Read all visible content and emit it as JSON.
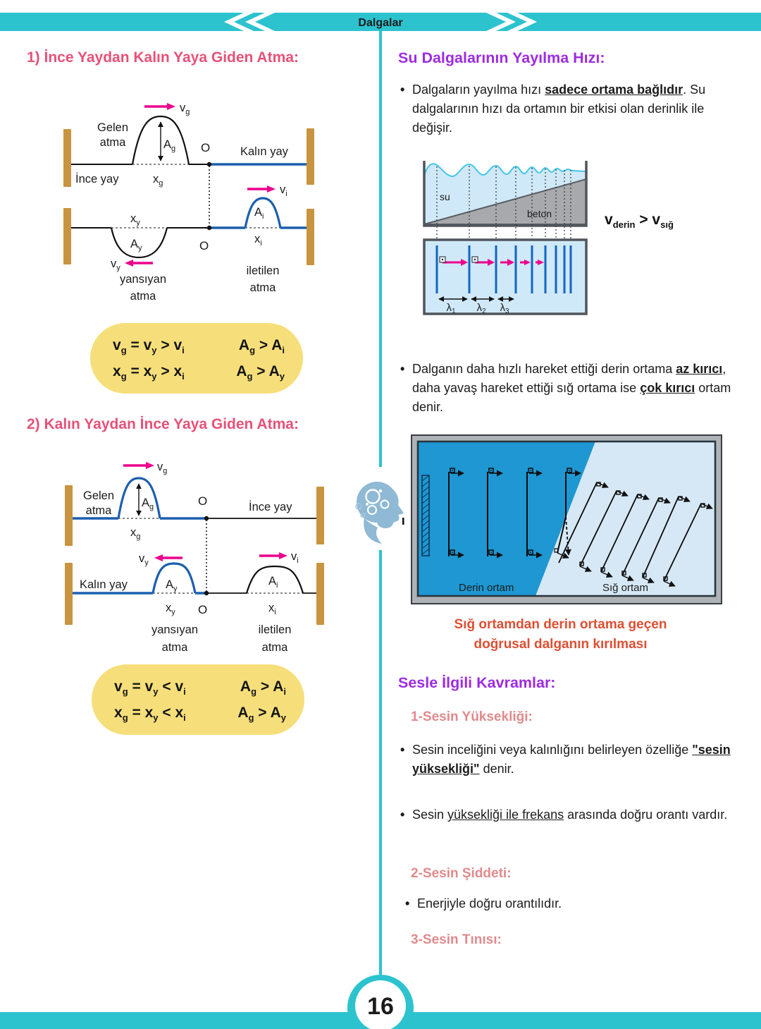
{
  "banner": {
    "title": "Dalgalar"
  },
  "colors": {
    "teal": "#2CC3CF",
    "pink": "#E65178",
    "purple": "#9D2BE2",
    "salmon": "#E08A8C",
    "caption_red": "#DE4F33",
    "yellow_box": "#F6DF7A",
    "spring_blue": "#1C5FAE",
    "magenta": "#EC008C",
    "wood": "#C9943F",
    "deep_blue": "#1E97D2",
    "shallow_blue": "#D6E8F6"
  },
  "sym": {
    "vg": [
      "v",
      "g"
    ],
    "vy": [
      "v",
      "y"
    ],
    "vi": [
      "v",
      "i"
    ],
    "Ag": [
      "A",
      "g"
    ],
    "Ay": [
      "A",
      "y"
    ],
    "Ai": [
      "A",
      "i"
    ],
    "xg": [
      "x",
      "g"
    ],
    "xy": [
      "x",
      "y"
    ],
    "xi": [
      "x",
      "i"
    ]
  },
  "left": {
    "h1": "1) İnce Yaydan Kalın Yaya Giden Atma:",
    "h2": "2) Kalın Yaydan İnce Yaya Giden Atma:",
    "d1": {
      "gelen1": "Gelen",
      "gelen2": "atma",
      "thin_label": "İnce yay",
      "thick_label": "Kalın yay",
      "o": "O",
      "yansiyan1": "yansıyan",
      "yansiyan2": "atma",
      "iletilen1": "iletilen",
      "iletilen2": "atma"
    },
    "d2": {
      "gelen1": "Gelen",
      "gelen2": "atma",
      "thick_label": "Kalın yay",
      "thin_label": "İnce yay",
      "o": "O",
      "yansiyan1": "yansıyan",
      "yansiyan2": "atma",
      "iletilen1": "iletilen",
      "iletilen2": "atma"
    },
    "box1": {
      "r1l": [
        [
          "v",
          "g"
        ],
        [
          " = ",
          ""
        ],
        [
          "v",
          "y"
        ],
        [
          " > ",
          ""
        ],
        [
          "v",
          "i"
        ]
      ],
      "r1r": [
        [
          "A",
          "g"
        ],
        [
          " > ",
          ""
        ],
        [
          "A",
          "i"
        ]
      ],
      "r2l": [
        [
          "x",
          "g"
        ],
        [
          " = ",
          ""
        ],
        [
          "x",
          "y"
        ],
        [
          " > ",
          ""
        ],
        [
          "x",
          "i"
        ]
      ],
      "r2r": [
        [
          "A",
          "g"
        ],
        [
          " > ",
          ""
        ],
        [
          "A",
          "y"
        ]
      ]
    },
    "box2": {
      "r1l": [
        [
          "v",
          "g"
        ],
        [
          " = ",
          ""
        ],
        [
          "v",
          "y"
        ],
        [
          " < ",
          ""
        ],
        [
          "v",
          "i"
        ]
      ],
      "r1r": [
        [
          "A",
          "g"
        ],
        [
          " > ",
          ""
        ],
        [
          "A",
          "i"
        ]
      ],
      "r2l": [
        [
          "x",
          "g"
        ],
        [
          " = ",
          ""
        ],
        [
          "x",
          "y"
        ],
        [
          " < ",
          ""
        ],
        [
          "x",
          "i"
        ]
      ],
      "r2r": [
        [
          "A",
          "g"
        ],
        [
          " > ",
          ""
        ],
        [
          "A",
          "y"
        ]
      ]
    }
  },
  "right": {
    "h_su": "Su Dalgalarının Yayılma Hızı:",
    "b1": {
      "pre": "Dalgaların yayılma hızı ",
      "em": "sadece ortama bağlıdır",
      "post": ". Su dalgalarının hızı da ortamın bir etkisi olan derinlik ile değişir."
    },
    "water": {
      "su": "su",
      "beton": "beton",
      "l1": [
        "λ",
        "1"
      ],
      "l2": [
        "λ",
        "2"
      ],
      "l3": [
        "λ",
        "3"
      ],
      "v_compare": [
        [
          "v",
          "derin"
        ],
        [
          " > ",
          ""
        ],
        [
          "v",
          "sığ"
        ]
      ]
    },
    "b2": {
      "pre": "Dalganın daha hızlı hareket ettiği derin ortama ",
      "em1": "az kırıcı",
      "mid": ", daha yavaş hareket ettiği sığ ortama ise ",
      "em2": "çok kırıcı",
      "post": " ortam denir."
    },
    "refraction": {
      "deep": "Derin ortam",
      "shallow": "Sığ ortam",
      "caption1": "Sığ ortamdan derin ortama geçen",
      "caption2": "doğrusal dalganın kırılması"
    },
    "h_ses": "Sesle İlgili Kavramlar:",
    "h_s1": "1-Sesin Yüksekliği:",
    "s1": {
      "pre": "Sesin inceliğini veya kalınlığını belirleyen özelliğe ",
      "em": "\"sesin yüksekliği\"",
      "post": " denir."
    },
    "s2": {
      "pre": "Sesin ",
      "em": "yüksekliği ile frekans",
      "post": " arasında doğru orantı vardır."
    },
    "h_s2": "2-Sesin Şiddeti:",
    "s3": "Enerjiyle doğru orantılıdır.",
    "h_s3": "3-Sesin Tınısı:"
  },
  "footer": {
    "page": "16"
  }
}
